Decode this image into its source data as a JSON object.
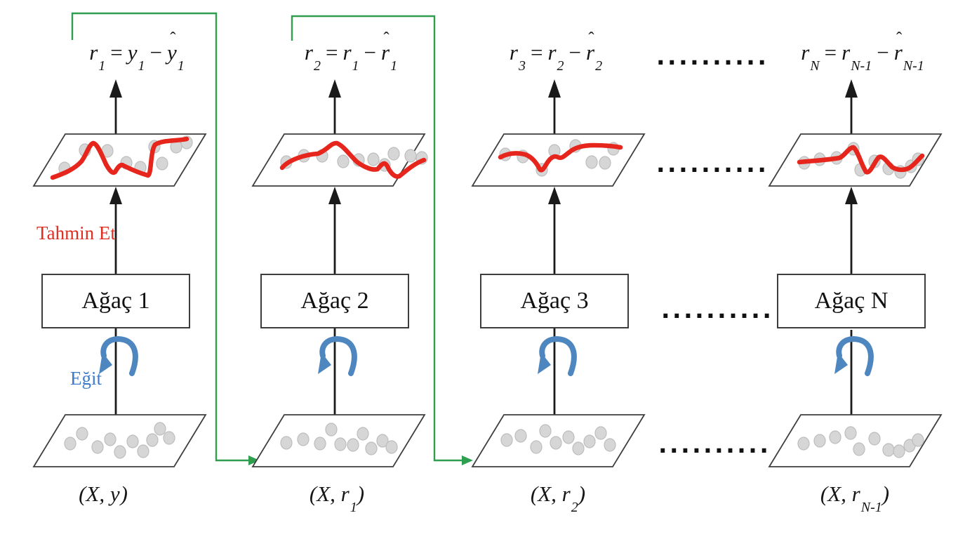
{
  "columns": [
    {
      "formula": {
        "lhs_base": "r",
        "lhs_sub": "1",
        "eq": "=",
        "t1_base": "y",
        "t1_sub": "1",
        "minus": "−",
        "t2_hat": "ˆ",
        "t2_base": "y",
        "t2_sub": "1"
      },
      "box_label": "Ağaç 1",
      "data_label": {
        "pre": "(X, ",
        "base": "y",
        "sub": "",
        "post": ")"
      }
    },
    {
      "formula": {
        "lhs_base": "r",
        "lhs_sub": "2",
        "eq": "=",
        "t1_base": "r",
        "t1_sub": "1",
        "minus": "−",
        "t2_hat": "ˆ",
        "t2_base": "r",
        "t2_sub": "1"
      },
      "box_label": "Ağaç 2",
      "data_label": {
        "pre": "(X, ",
        "base": "r",
        "sub": "1",
        "post": ")"
      }
    },
    {
      "formula": {
        "lhs_base": "r",
        "lhs_sub": "3",
        "eq": "=",
        "t1_base": "r",
        "t1_sub": "2",
        "minus": "−",
        "t2_hat": "ˆ",
        "t2_base": "r",
        "t2_sub": "2"
      },
      "box_label": "Ağaç 3",
      "data_label": {
        "pre": "(X, ",
        "base": "r",
        "sub": "2",
        "post": ")"
      }
    },
    {
      "formula": {
        "lhs_base": "r",
        "lhs_sub": "N",
        "eq": "=",
        "t1_base": "r",
        "t1_sub": "N-1",
        "minus": "−",
        "t2_hat": "ˆ",
        "t2_base": "r",
        "t2_sub": "N-1"
      },
      "box_label": "Ağaç N",
      "data_label": {
        "pre": "(X, ",
        "base": "r",
        "sub": "N-1",
        "post": ")"
      }
    }
  ],
  "annotations": {
    "predict_label": "Tahmin Et",
    "train_label": "Eğit"
  },
  "ellipsis": "..........",
  "colors": {
    "connector_green": "#2f9e4f",
    "curve_red": "#e6251c",
    "arrow_blue": "#4e86c0",
    "predict_red": "#e02d1f",
    "train_blue": "#3d7cc9",
    "dot_fill": "#d6d6d6",
    "dot_stroke": "#bdbdbd",
    "line_black": "#1a1a1a"
  }
}
